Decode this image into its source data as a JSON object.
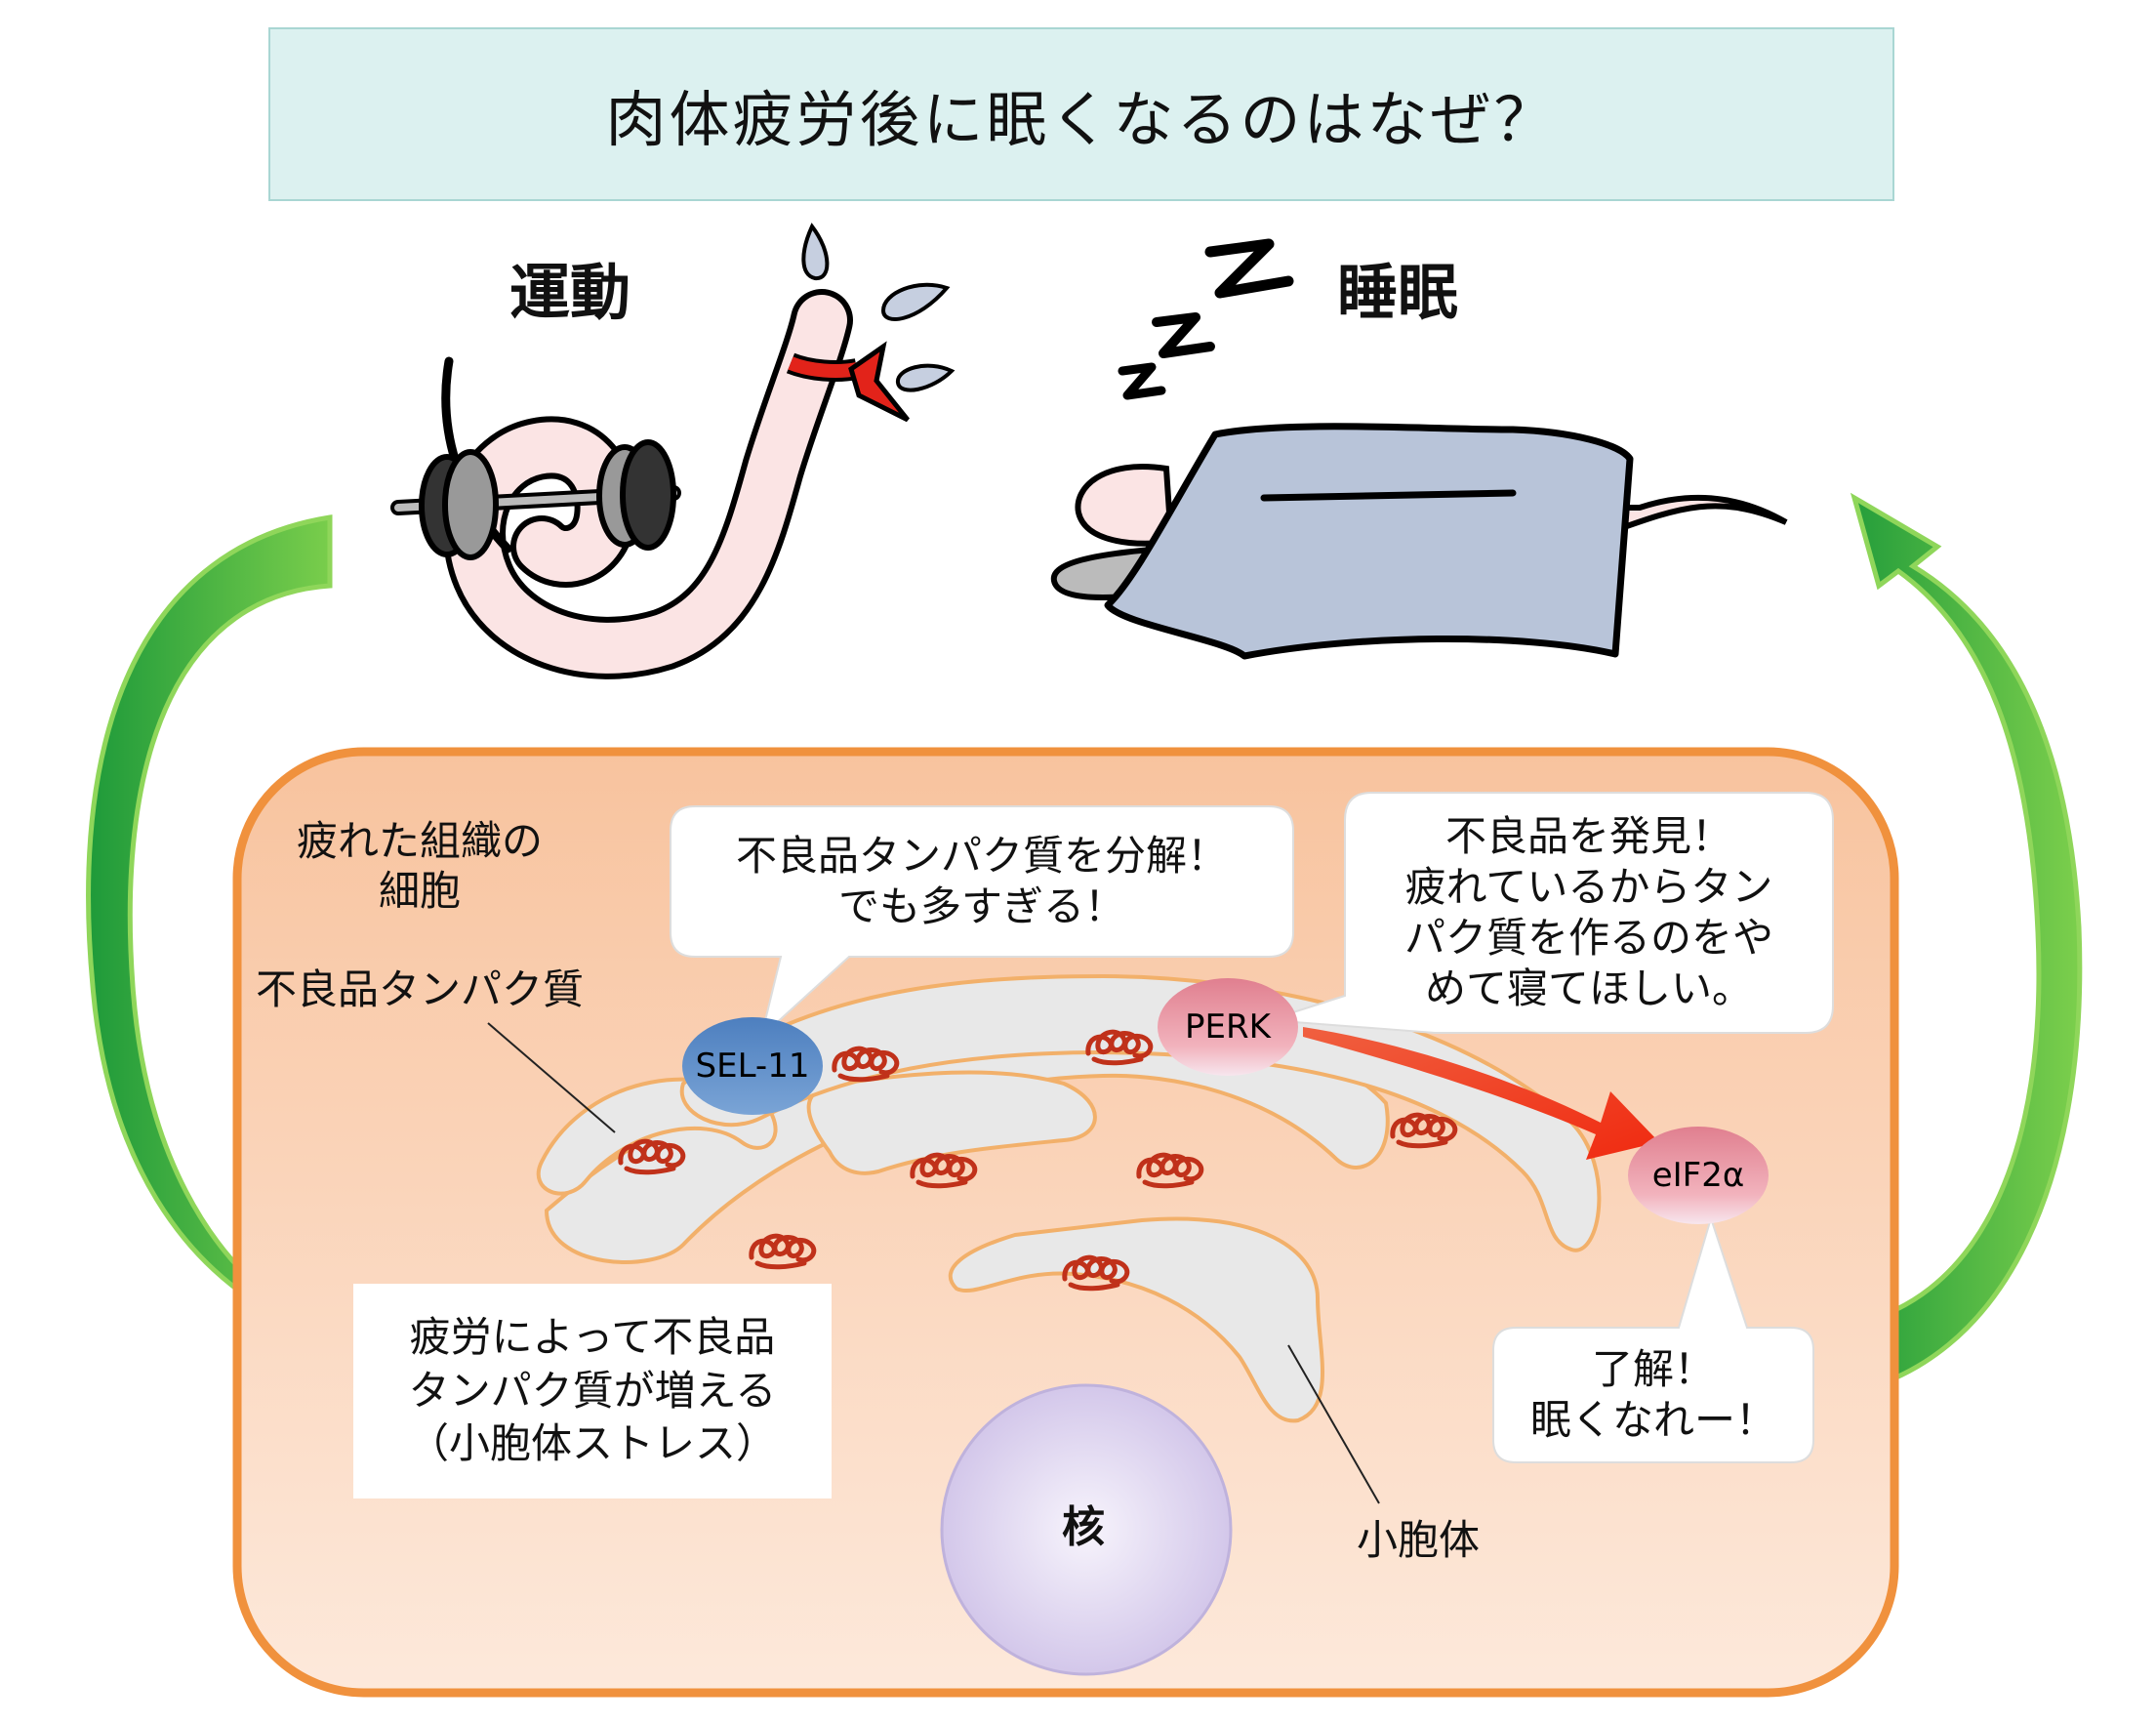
{
  "title": "肉体疲労後に眠くなるのはなぜ？",
  "top": {
    "exercise_label": "運動",
    "sleep_label": "睡眠"
  },
  "cell": {
    "cell_label": "疲れた組織の\n細胞",
    "misfolded_label": "不良品タンパク質",
    "er_label": "小胞体",
    "nucleus_label": "核",
    "stress_box": "疲労によって不良品\nタンパク質が増える\n（小胞体ストレス）"
  },
  "molecules": {
    "sel11": "SEL-11",
    "perk": "PERK",
    "eif2a": "eIF2α"
  },
  "bubbles": {
    "sel11": "不良品タンパク質を分解！\nでも多すぎる！",
    "perk": "不良品を発見！\n疲れているからタン\nパク質を作るのをや\nめて寝てほしい。",
    "eif2a": "了解！\n眠くなれー！"
  },
  "colors": {
    "title_bg": "#dcf1f0",
    "cell_border": "#f0913d",
    "cell_fill_top": "#f8c39e",
    "cell_fill_bottom": "#fde6d6",
    "cycle_arrow": "#3cb04a",
    "signal_arrow": "#f03a12",
    "sel11": "#5b8cc6",
    "perk": "#e48f9c",
    "protein": "#c0311a",
    "er_fill": "#e8e8e8",
    "nucleus": "#ddd4ee",
    "worm": "#fbe4e4",
    "blanket": "#b8c4d9"
  },
  "icons": [
    "sweat-drop-icon",
    "sleep-z-icon",
    "dumbbell-icon",
    "headband-icon"
  ]
}
